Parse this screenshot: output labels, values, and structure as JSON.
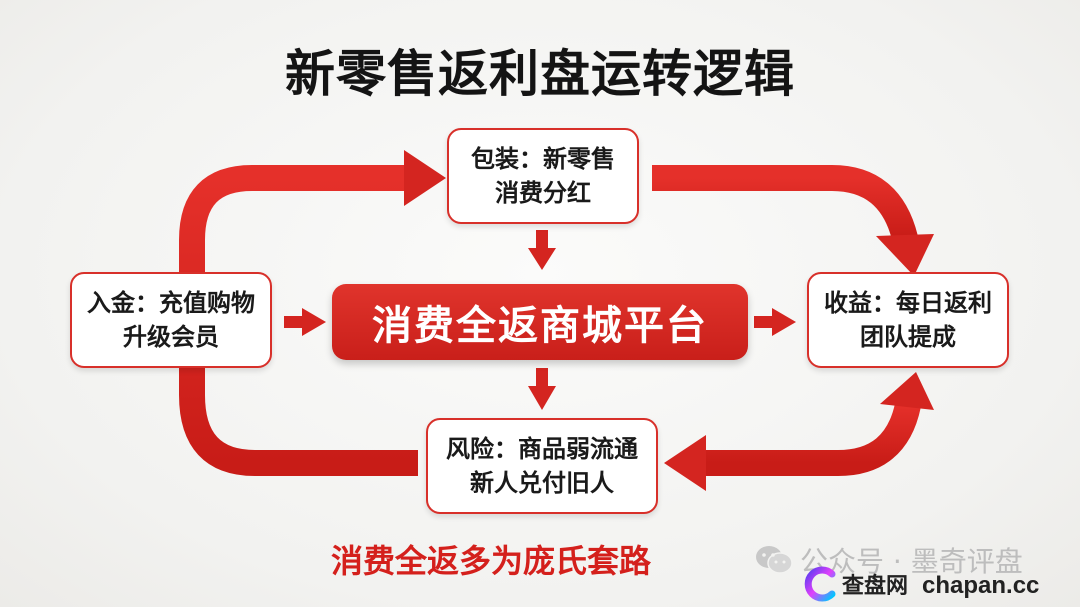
{
  "title": "新零售返利盘运转逻辑",
  "nodes": {
    "top": {
      "line1": "包装：新零售",
      "line2": "消费分红"
    },
    "left": {
      "line1": "入金：充值购物",
      "line2": "升级会员"
    },
    "center": {
      "label": "消费全返商城平台"
    },
    "right": {
      "line1": "收益：每日返利",
      "line2": "团队提成"
    },
    "bottom": {
      "line1": "风险：商品弱流通",
      "line2": "新人兑付旧人"
    }
  },
  "footer": "消费全返多为庞氏套路",
  "watermark": {
    "wechat": "公众号 · 墨奇评盘",
    "site_name": "查盘网",
    "site_domain": "chapan.cc"
  },
  "colors": {
    "accent": "#d8302a",
    "platform": "#d4261f",
    "title": "#141414",
    "watermark": "#bdbdbd"
  }
}
